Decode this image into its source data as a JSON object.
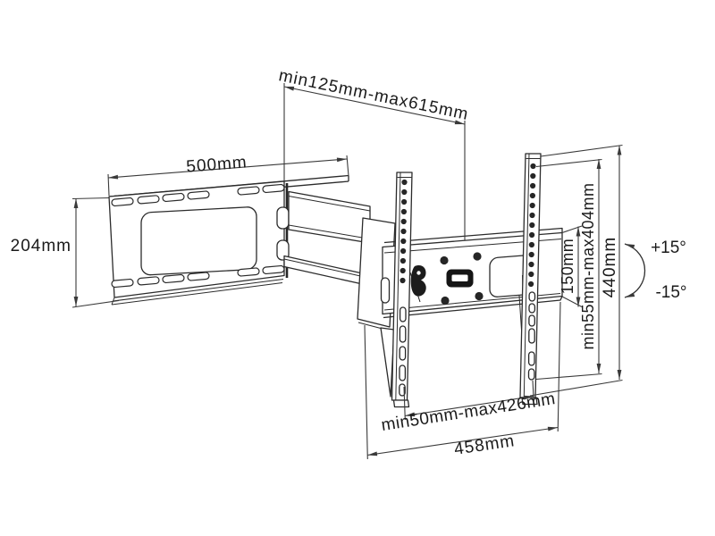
{
  "labels": {
    "extension_range": "min125mm-max615mm",
    "plate_width": "500mm",
    "plate_height": "204mm",
    "bar_height": "150mm",
    "vesa_vertical_range": "min55mm-max404mm",
    "bracket_height": "440mm",
    "tilt_up": "+15°",
    "tilt_down": "-15°",
    "vesa_horizontal_range": "min50mm-max426mm",
    "bracket_width": "458mm"
  },
  "colors": {
    "background": "#ffffff",
    "line": "#2b2b2b",
    "dimension": "#3a3a3a",
    "text": "#1a1a1a"
  }
}
